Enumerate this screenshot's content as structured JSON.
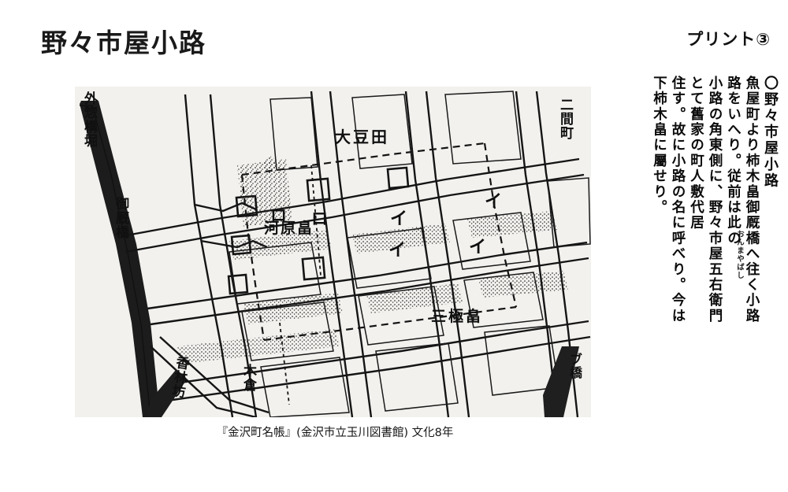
{
  "header": {
    "title": "野々市屋小路",
    "print_label": "プリント③"
  },
  "figure": {
    "caption": "『金沢町名帳』(金沢市立玉川図書館) 文化8年",
    "alt_name": "kanazawa-machi-meicho-map",
    "background_color": "#f2f1ee",
    "ink_color": "#141414"
  },
  "map_labels": {
    "soto_sogamaki_bori": "外惣構堀",
    "onmayabashi": "御厩橋",
    "mamedamachi": "大豆田",
    "kawarabatake": "河原畠",
    "sangen_batake": "三極畠",
    "nikenmachi": "二間町",
    "korinbo": "香林坊",
    "kikura": "木倉",
    "hashi": "ブ橋",
    "block_mark_i": "イ",
    "block_mark_ro": "ロ"
  },
  "annotation": {
    "columns": [
      {
        "id": "col-1",
        "text": "〇野々市屋小路"
      },
      {
        "id": "col-2",
        "text": "魚屋町より柿木畠御厩橋へ往く小路",
        "ruby": "おんまやばし"
      },
      {
        "id": "col-3",
        "text": "路をいへり。従前は此の"
      },
      {
        "id": "col-4",
        "text": "小路の角東側に、野々市屋五右衛門"
      },
      {
        "id": "col-5",
        "text": "とて舊家の町人敷代居"
      },
      {
        "id": "col-6",
        "text": "住す。故に小路の名に呼べり。今は"
      },
      {
        "id": "col-7",
        "text": "下柿木畠に屬せり。"
      }
    ]
  },
  "colors": {
    "text": "#101010",
    "page_background": "#ffffff",
    "map_paper": "#f2f1ee"
  }
}
